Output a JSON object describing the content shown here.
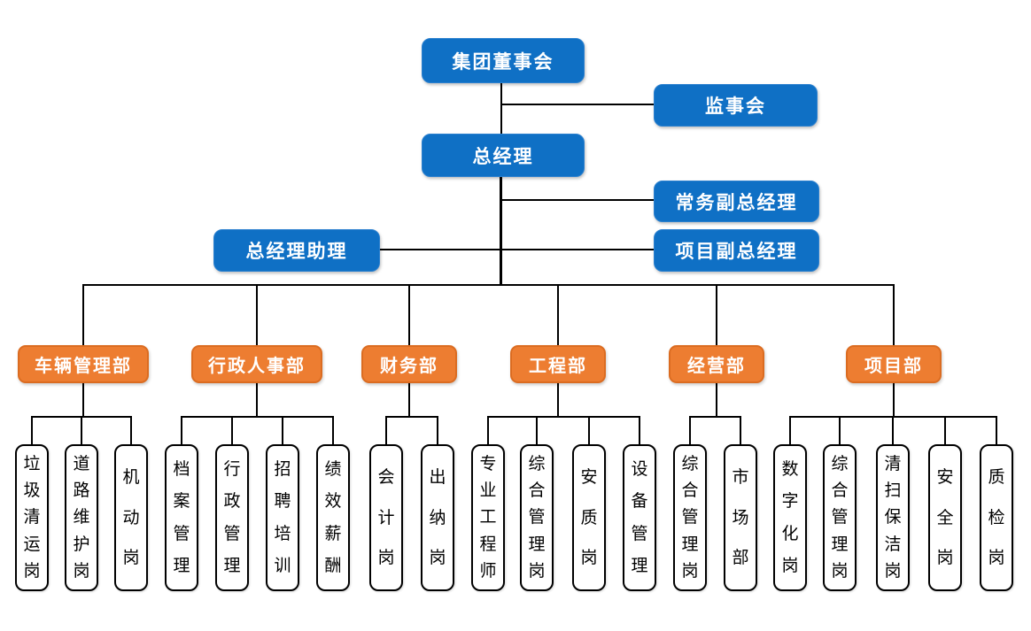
{
  "colors": {
    "executive_fill": "#0F70C5",
    "department_fill": "#ED7D31",
    "position_fill": "#FFFFFF",
    "line": "#000000"
  },
  "executive": {
    "board": "集团董事会",
    "supervisory_board": "监事会",
    "general_manager": "总经理",
    "executive_deputy_gm": "常务副总经理",
    "gm_assistant": "总经理助理",
    "project_deputy_gm": "项目副总经理"
  },
  "departments": [
    {
      "name": "车辆管理部",
      "positions": [
        "垃圾清运岗",
        "道路维护岗",
        "机动岗"
      ]
    },
    {
      "name": "行政人事部",
      "positions": [
        "档案管理",
        "行政管理",
        "招聘培训",
        "绩效薪酬"
      ]
    },
    {
      "name": "财务部",
      "positions": [
        "会计岗",
        "出纳岗"
      ]
    },
    {
      "name": "工程部",
      "positions": [
        "专业工程师",
        "综合管理岗",
        "安质岗",
        "设备管理"
      ]
    },
    {
      "name": "经营部",
      "positions": [
        "综合管理岗",
        "市场部"
      ]
    },
    {
      "name": "项目部",
      "positions": [
        "数字化岗",
        "综合管理岗",
        "清扫保洁岗",
        "安全岗",
        "质检岗"
      ]
    }
  ]
}
